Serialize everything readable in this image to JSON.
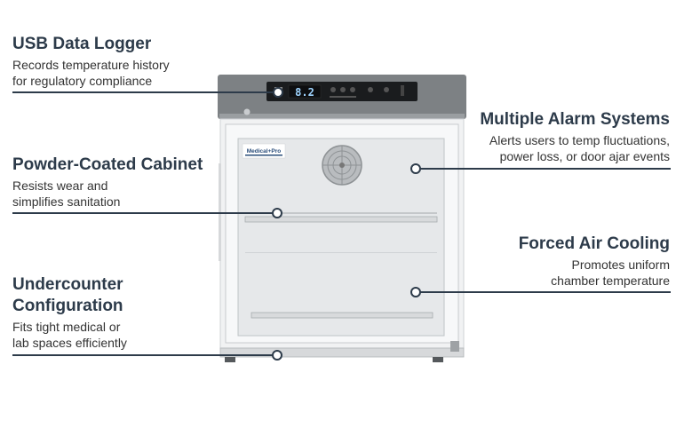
{
  "features": {
    "usb": {
      "title": "USB Data Logger",
      "desc_line1": "Records temperature history",
      "desc_line2": "for regulatory compliance"
    },
    "powder": {
      "title": "Powder-Coated Cabinet",
      "desc_line1": "Resists wear and",
      "desc_line2": "simplifies sanitation"
    },
    "under": {
      "title_line1": "Undercounter",
      "title_line2": "Configuration",
      "desc_line1": "Fits tight medical or",
      "desc_line2": "lab spaces efficiently"
    },
    "alarm": {
      "title": "Multiple Alarm Systems",
      "desc_line1": "Alerts users to temp fluctuations,",
      "desc_line2": "power loss, or door ajar events"
    },
    "cooling": {
      "title": "Forced Air Cooling",
      "desc_line1": "Promotes uniform",
      "desc_line2": "chamber temperature"
    }
  },
  "product": {
    "brand": "Medical+Pro",
    "display_reading": "8.2"
  },
  "colors": {
    "accent": "#2d3b4a",
    "panel": "#7d8184",
    "glass": "#e6e8ea"
  }
}
